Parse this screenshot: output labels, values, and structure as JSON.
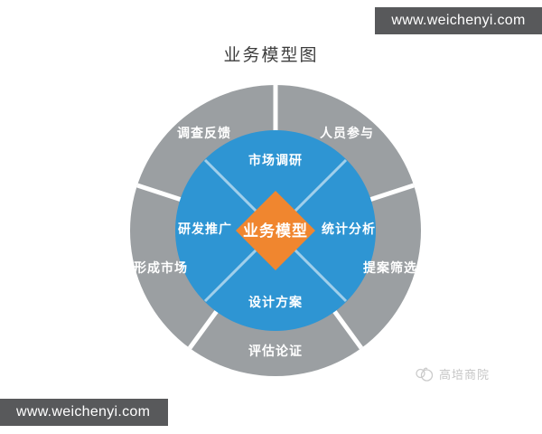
{
  "page": {
    "title": "业务模型图"
  },
  "branding": {
    "top_bar_text": "www.weichenyi.com",
    "bottom_bar_text": "www.weichenyi.com",
    "watermark_text": "高培商院"
  },
  "diagram": {
    "center_label": "业务模型",
    "inner_labels": {
      "top": "市场调研",
      "right": "统计分析",
      "bottom": "设计方案",
      "left": "研发推广"
    },
    "outer_labels": {
      "top_left": "调查反馈",
      "top_right": "人员参与",
      "right": "提案筛选",
      "bottom": "评估论证",
      "left": "形成市场"
    },
    "colors": {
      "outer_ring": "#9B9FA2",
      "inner_circle": "#2E95D3",
      "center_diamond": "#F0862F",
      "bar_background": "#58595B",
      "divider": "#FFFFFF"
    }
  }
}
